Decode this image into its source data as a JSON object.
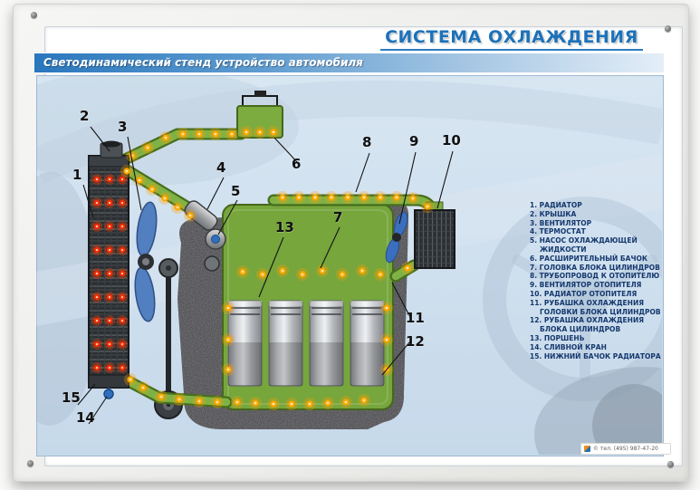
{
  "header": {
    "title": "СИСТЕМА ОХЛАЖДЕНИЯ",
    "subtitle": "Светодинамический стенд устройство автомобиля"
  },
  "legend": {
    "items": [
      "1. РАДИАТОР",
      "2. КРЫШКА",
      "3. ВЕНТИЛЯТОР",
      "4. ТЕРМОСТАТ",
      "5. НАСОС ОХЛАЖДАЮЩЕЙ ЖИДКОСТИ",
      "6. РАСШИРИТЕЛЬНЫЙ БАЧОК",
      "7. ГОЛОВКА БЛОКА ЦИЛИНДРОВ",
      "8. ТРУБОПРОВОД К ОТОПИТЕЛЮ",
      "9. ВЕНТИЛЯТОР ОТОПИТЕЛЯ",
      "10. РАДИАТОР ОТОПИТЕЛЯ",
      "11. РУБАШКА ОХЛАЖДЕНИЯ ГОЛОВКИ БЛОКА ЦИЛИНДРОВ",
      "12. РУБАШКА ОХЛАЖДЕНИЯ БЛОКА ЦИЛИНДРОВ",
      "13. ПОРШЕНЬ",
      "14. СЛИВНОЙ КРАН",
      "15. НИЖНИЙ БАЧОК РАДИАТОРА"
    ]
  },
  "callouts": [
    "1",
    "2",
    "3",
    "4",
    "5",
    "6",
    "7",
    "8",
    "9",
    "10",
    "11",
    "12",
    "13",
    "14",
    "15"
  ],
  "footer": {
    "text": "© тел. (495) 987-47-20"
  },
  "colors": {
    "accent_blue": "#1d71b8",
    "pipe_green": "#7fb246",
    "led_orange": "#ffa800",
    "led_red": "#ff2d00",
    "board_blue": "#cddeed"
  }
}
